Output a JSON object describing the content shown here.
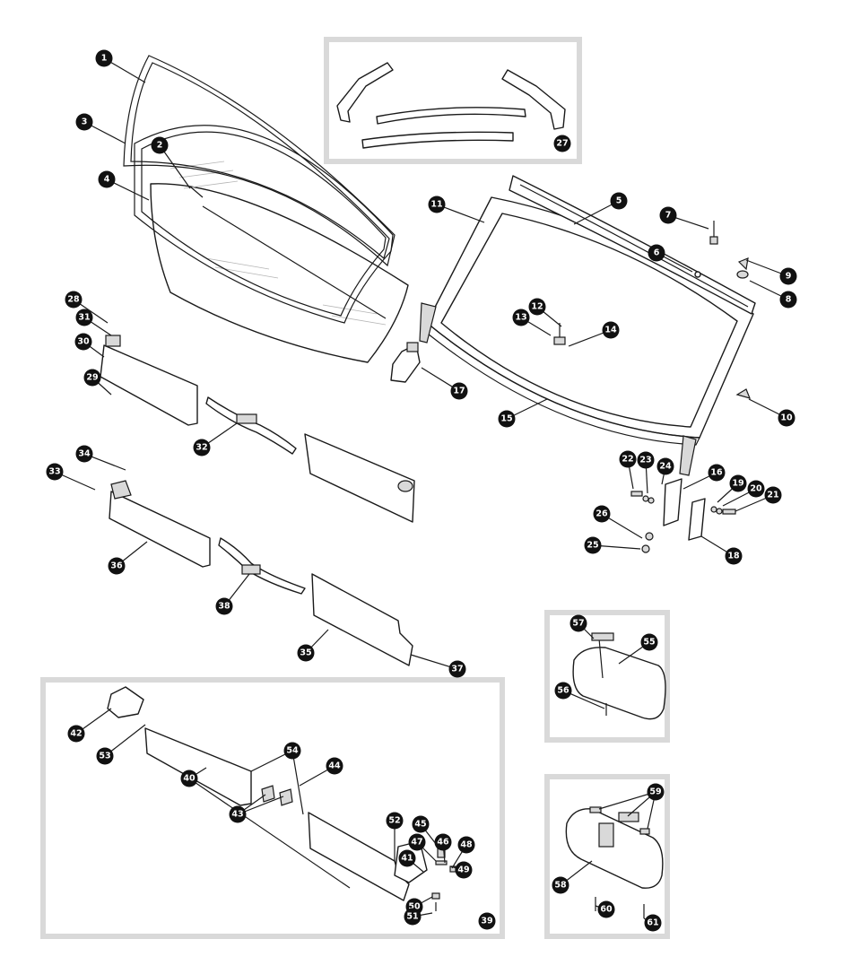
{
  "diagram": {
    "labels": [
      "1",
      "2",
      "3",
      "4",
      "5",
      "6",
      "7",
      "8",
      "9",
      "10",
      "11",
      "12",
      "13",
      "14",
      "15",
      "16",
      "17",
      "18",
      "19",
      "20",
      "21",
      "22",
      "23",
      "24",
      "25",
      "26",
      "27",
      "28",
      "29",
      "30",
      "31",
      "32",
      "33",
      "34",
      "35",
      "36",
      "37",
      "38",
      "39",
      "40",
      "41",
      "42",
      "43",
      "44",
      "45",
      "46",
      "47",
      "48",
      "49",
      "50",
      "51",
      "52",
      "53",
      "54",
      "55",
      "56",
      "57",
      "58",
      "59",
      "60",
      "61"
    ],
    "colors": {
      "line": "#1a1a1a",
      "badge": "#111111",
      "panel_border": "#d9d9d9",
      "background": "#ffffff"
    }
  }
}
